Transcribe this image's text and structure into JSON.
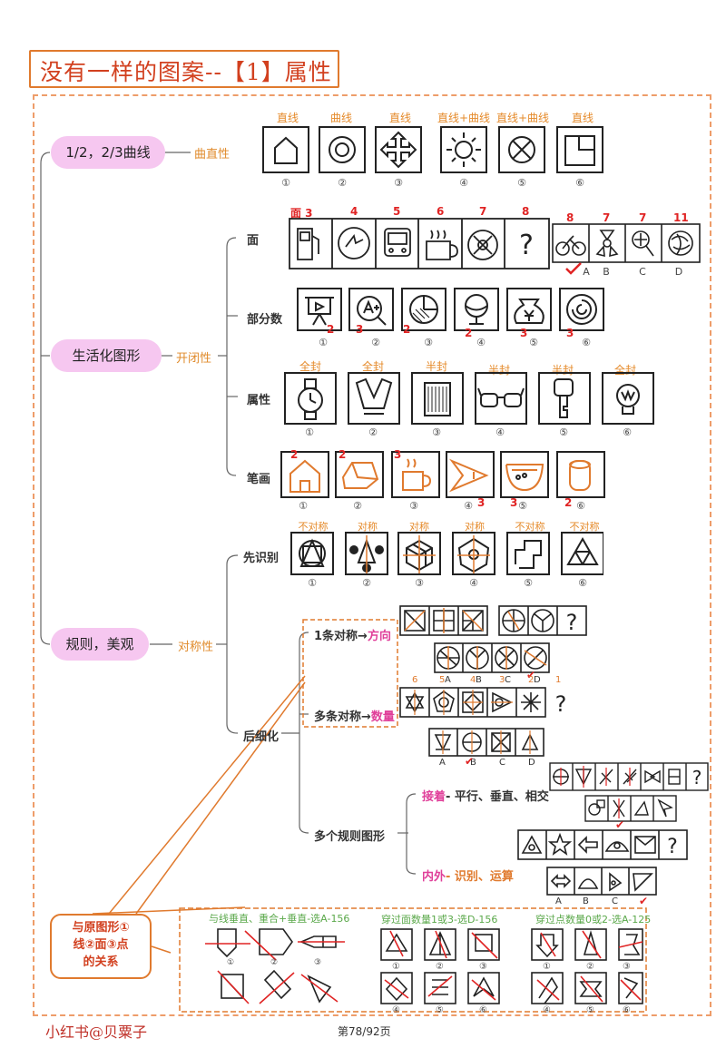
{
  "title": "没有一样的图案--【1】属性",
  "footer": {
    "brand": "小红书@贝粟子",
    "page": "第78/92页"
  },
  "curve": {
    "pill": "1/2，2/3曲线",
    "label": "曲直性",
    "captions": [
      "直线",
      "曲线",
      "直线",
      "直线+曲线",
      "直线+曲线",
      "直线"
    ],
    "numbers": [
      "①",
      "②",
      "③",
      "④",
      "⑤",
      "⑥"
    ]
  },
  "life": {
    "pill": "生活化图形",
    "label": "开闭性",
    "face": {
      "label": "面",
      "counts": [
        "面 3",
        "4",
        "5",
        "6",
        "7",
        "8"
      ],
      "opt_counts": [
        "8",
        "7",
        "7",
        "11"
      ],
      "opt_letters": [
        "A",
        "B",
        "C",
        "D"
      ],
      "question": "?"
    },
    "parts": {
      "label": "部分数",
      "counts": [
        "2",
        "3",
        "2",
        "2",
        "3",
        "3"
      ],
      "numbers": [
        "①",
        "②",
        "③",
        "④",
        "⑤",
        "⑥"
      ]
    },
    "attr": {
      "label": "属性",
      "captions": [
        "全封",
        "全封",
        "半封",
        "半封",
        "半封",
        "全封"
      ],
      "numbers": [
        "①",
        "②",
        "③",
        "④",
        "⑤",
        "⑥"
      ]
    },
    "stroke": {
      "label": "笔画",
      "counts": [
        "2",
        "2",
        "3",
        "3",
        "3",
        "2"
      ],
      "numbers": [
        "①",
        "②",
        "③",
        "④",
        "⑤",
        "⑥"
      ]
    }
  },
  "rule": {
    "pill": "规则，美观",
    "label": "对称性",
    "identify": {
      "label": "先识别",
      "captions": [
        "不对称",
        "对称",
        "对称",
        "对称",
        "不对称",
        "不对称"
      ],
      "numbers": [
        "①",
        "②",
        "③",
        "④",
        "⑤",
        "⑥"
      ]
    },
    "detail": {
      "label": "后细化",
      "one_axis_prefix": "1条对称→",
      "one_axis_emph": "方向",
      "multi_axis_prefix": "多条对称→",
      "multi_axis_emph": "数量",
      "multi_rule": "多个规则图形",
      "connect_prefix": "接着",
      "connect_rest": "- 平行、垂直、相交",
      "inout_prefix": "内外",
      "inout_rest": "- 识别、运算",
      "multi_nums": [
        "6",
        "5",
        "4",
        "3",
        "2",
        "1"
      ],
      "multi_letters": [
        "A",
        "B",
        "C",
        "D"
      ],
      "row_letters": [
        "A",
        "B",
        "C",
        "D"
      ],
      "question": "?"
    }
  },
  "relation": {
    "callout_l1": "与原图形①",
    "callout_l2": "线②面③点",
    "callout_l3": "的关系",
    "g1": "与线垂直、重合+垂直-选A-156",
    "g2": "穿过面数量1或3-选D-156",
    "g3": "穿过点数量0或2-选A-125",
    "nums1": [
      "①",
      "②",
      "③"
    ],
    "nums2": [
      "①",
      "②",
      "③",
      "④",
      "⑤",
      "⑥"
    ]
  },
  "colors": {
    "accent": "#e07a2e",
    "pill": "#f6c7f0",
    "red": "#e02424",
    "pink": "#e0409a",
    "green": "#5aa84a"
  }
}
